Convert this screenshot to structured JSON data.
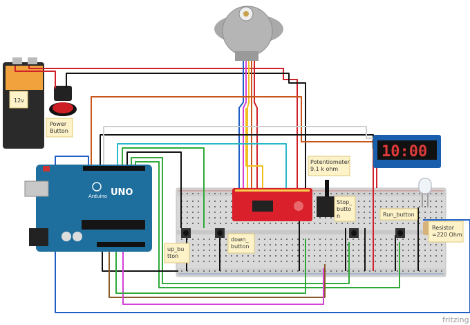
{
  "labels": {
    "battery": "12v",
    "power_button": [
      "Power",
      "Button"
    ],
    "potentiometer": [
      "Potentiometer",
      "9.1 k ohm"
    ],
    "stop_button": [
      "Stop_",
      "butto",
      "n"
    ],
    "run_button": "Run_button",
    "resistor": [
      "Resistor",
      "=220 Ohm"
    ],
    "up_button": [
      "up_bu",
      "tton"
    ],
    "down_button": [
      "down_",
      "button"
    ],
    "arduino_brand": "UNO",
    "arduino_text": "Arduino",
    "display_digits": "10:00"
  },
  "footer": {
    "logo": "fritzing"
  },
  "colors": {
    "breadboard": "#d9d9d9",
    "arduino": "#1f6f9e",
    "driver_board": "#d9202b",
    "display": "#1a5fae",
    "note_bg": "#fdf2c8",
    "wire_red": "#d0202a",
    "wire_black": "#111111",
    "wire_blue": "#1f5fc4",
    "wire_green": "#2ea836",
    "wire_orange": "#c8561a",
    "wire_brown": "#8b5a2b",
    "wire_cyan": "#2ab8c8",
    "wire_magenta": "#d43fd4",
    "wire_yellow": "#f0c020",
    "wire_white": "#cfcfcf"
  }
}
